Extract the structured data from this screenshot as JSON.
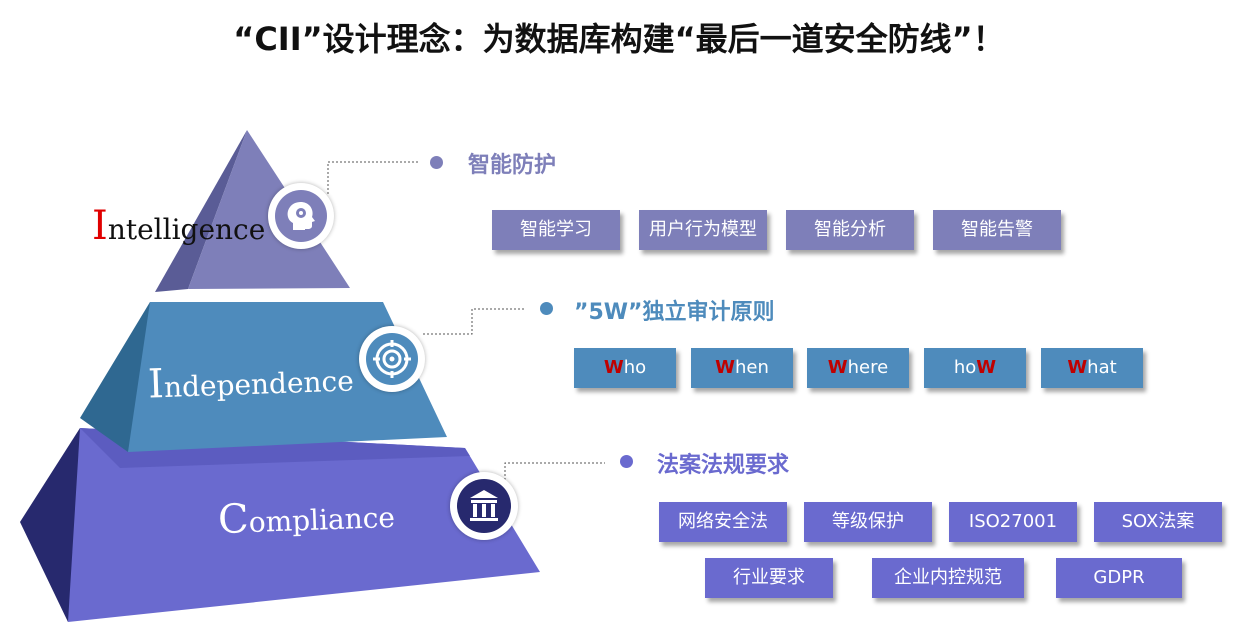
{
  "title": "“CII”设计理念：为数据库构建“最后一道安全防线”！",
  "colors": {
    "top": "#7e7fb9",
    "top_dark": "#5a5c96",
    "middle": "#4e8bbc",
    "middle_dark": "#2f6891",
    "bottom": "#6a6acf",
    "bottom_dark": "#27296e",
    "highlight": "#c00000"
  },
  "pyramid": {
    "top": {
      "cap": "I",
      "rest": "ntelligence",
      "cap_color": "#e00000",
      "text_color": "#111111",
      "icon": "head-gear-icon"
    },
    "middle": {
      "cap": "I",
      "rest": "ndependence",
      "cap_color": "#ffffff",
      "text_color": "#ffffff",
      "icon": "target-icon"
    },
    "bottom": {
      "cap": "C",
      "rest": "ompliance",
      "cap_color": "#ffffff",
      "text_color": "#ffffff",
      "icon": "institution-icon"
    }
  },
  "sections": {
    "intelligence": {
      "heading": "智能防护",
      "tags": [
        "智能学习",
        "用户行为模型",
        "智能分析",
        "智能告警"
      ]
    },
    "independence": {
      "heading": "”5W”独立审计原则",
      "tags": [
        {
          "hl": "W",
          "rest": "ho",
          "pre": ""
        },
        {
          "hl": "W",
          "rest": "hen",
          "pre": ""
        },
        {
          "hl": "W",
          "rest": "here",
          "pre": ""
        },
        {
          "hl": "W",
          "rest": "",
          "pre": "ho"
        },
        {
          "hl": "W",
          "rest": "hat",
          "pre": ""
        }
      ]
    },
    "compliance": {
      "heading": "法案法规要求",
      "tags_row1": [
        "网络安全法",
        "等级保护",
        "ISO27001",
        "SOX法案"
      ],
      "tags_row2": [
        "行业要求",
        "企业内控规范",
        "GDPR"
      ]
    }
  }
}
